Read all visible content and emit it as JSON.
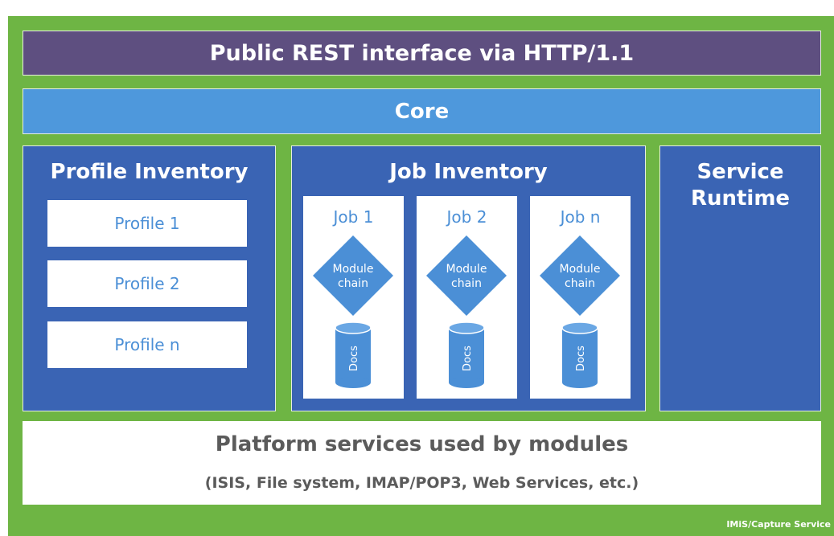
{
  "rest_bar": {
    "label": "Public REST interface via HTTP/1.1"
  },
  "core_bar": {
    "label": "Core"
  },
  "profile_inventory": {
    "title": "Profile Inventory",
    "profiles": [
      "Profile 1",
      "Profile 2",
      "Profile n"
    ]
  },
  "job_inventory": {
    "title": "Job Inventory",
    "jobs": [
      {
        "title": "Job 1",
        "module_line1": "Module",
        "module_line2": "chain",
        "docs": "Docs"
      },
      {
        "title": "Job 2",
        "module_line1": "Module",
        "module_line2": "chain",
        "docs": "Docs"
      },
      {
        "title": "Job n",
        "module_line1": "Module",
        "module_line2": "chain",
        "docs": "Docs"
      }
    ]
  },
  "service_runtime": {
    "title_line1": "Service",
    "title_line2": "Runtime"
  },
  "platform": {
    "title": "Platform services used by modules",
    "subtitle": "(ISIS, File system, IMAP/POP3, Web Services, etc.)"
  },
  "watermark": "IMiS/Capture Service",
  "colors": {
    "frame_green": "#6eb544",
    "rest_purple": "#5e4f80",
    "core_blue": "#4e98dc",
    "panel_blue": "#3a64b4",
    "shape_blue": "#4b8fd6"
  }
}
